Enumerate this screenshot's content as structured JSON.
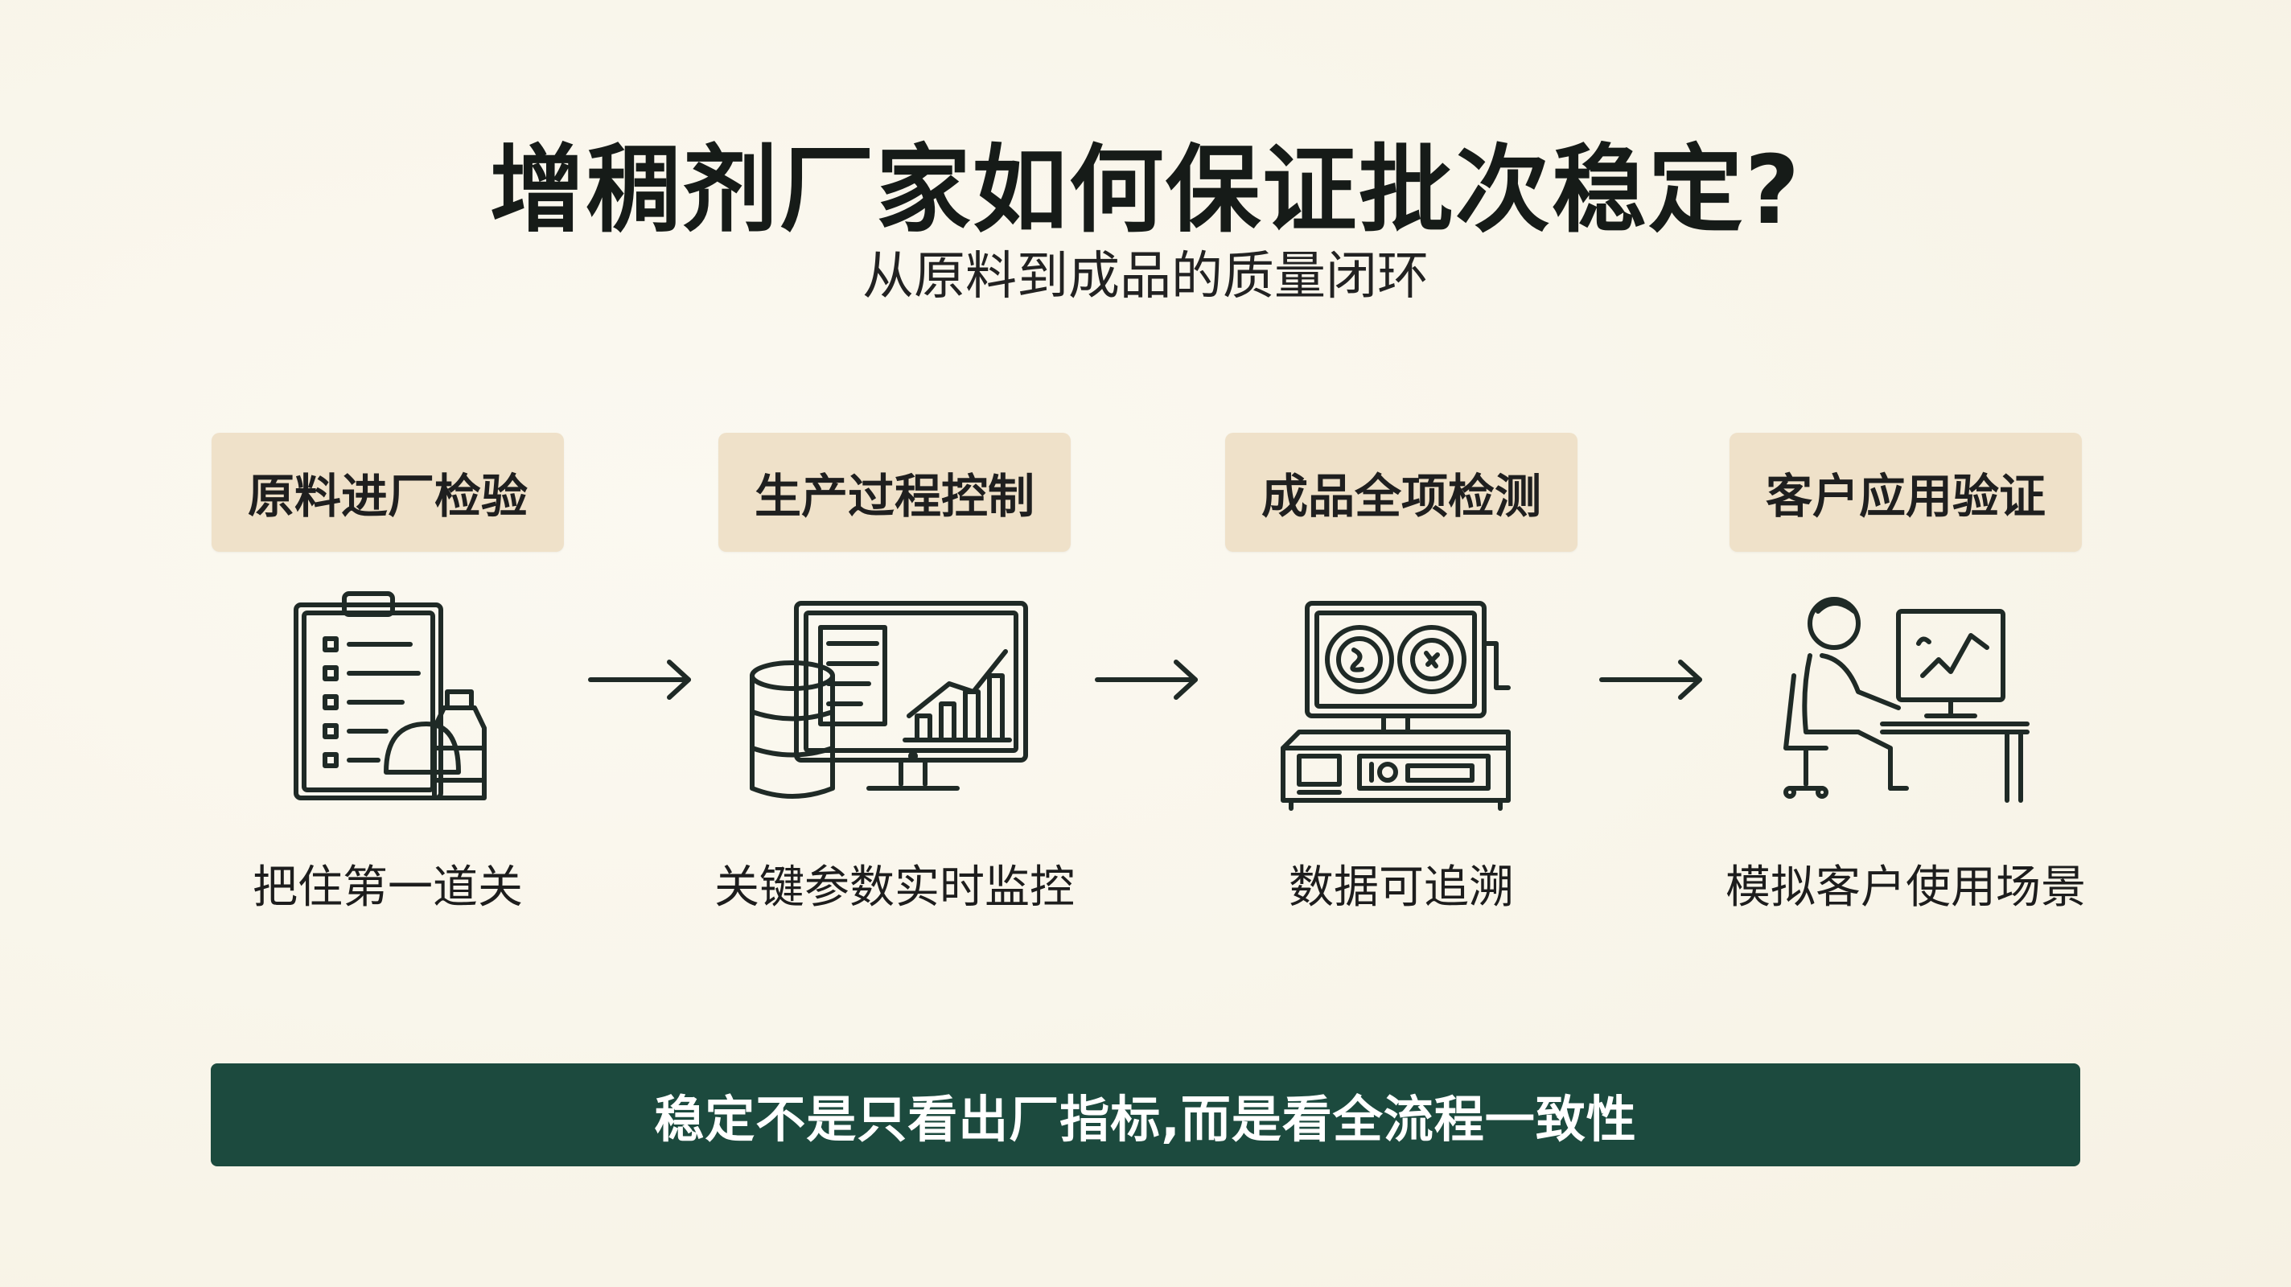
{
  "title": "增稠剂厂家如何保证批次稳定?",
  "subtitle": "从原料到成品的质量闭环",
  "steps": [
    {
      "label": "原料进厂检验",
      "caption": "把住第一道关",
      "icon": "clipboard-bottle-icon"
    },
    {
      "label": "生产过程控制",
      "caption": "关键参数实时监控",
      "icon": "monitor-barrel-icon"
    },
    {
      "label": "成品全项检测",
      "caption": "数据可追溯",
      "icon": "lab-instrument-icon"
    },
    {
      "label": "客户应用验证",
      "caption": "模拟客户使用场景",
      "icon": "person-at-desk-icon"
    }
  ],
  "banner": "稳定不是只看出厂指标,而是看全流程一致性",
  "colors": {
    "background": "#faf7ee",
    "label_box": "#efe1c9",
    "banner": "#1c4a3e",
    "icon_stroke": "#1f2a26"
  }
}
